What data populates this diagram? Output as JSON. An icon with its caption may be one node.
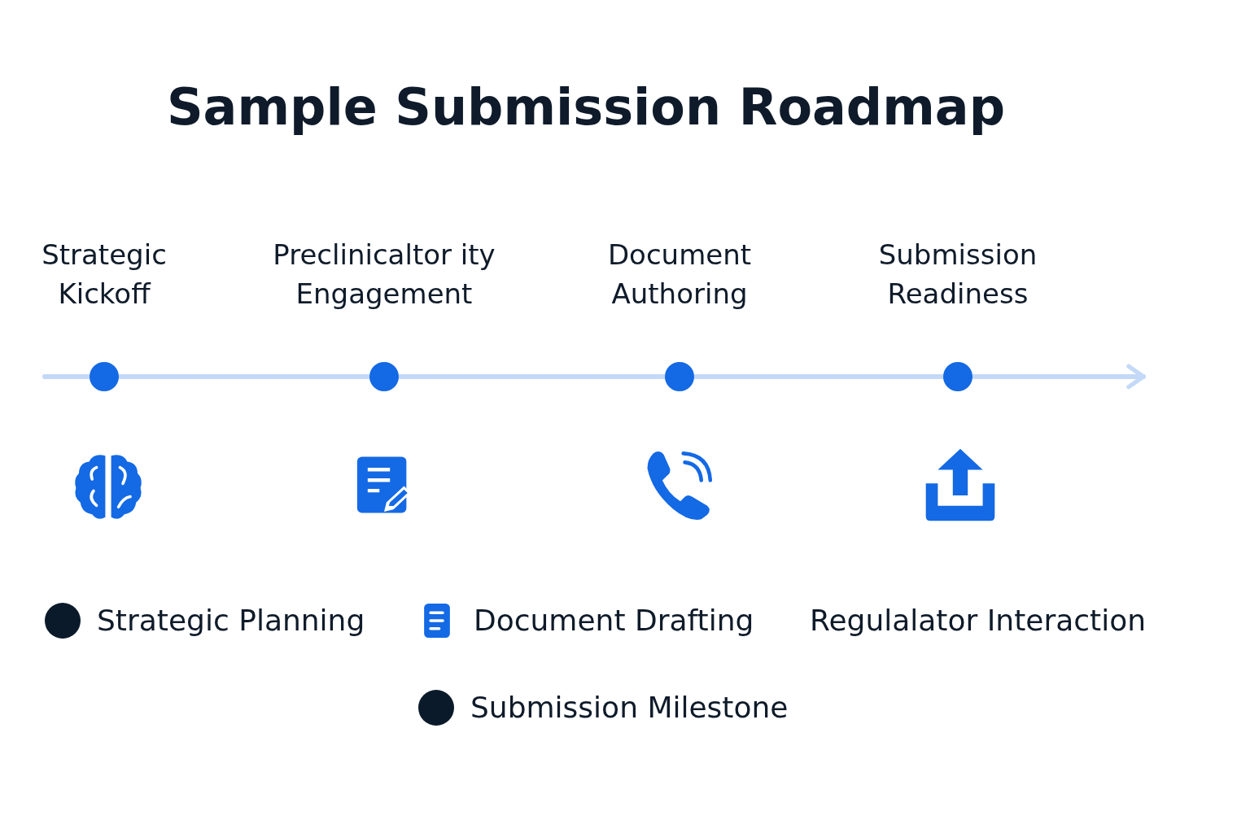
{
  "diagram": {
    "title": "Sample Submission Roadmap",
    "nodes": [
      {
        "text": [
          "Strategic Kickoff"
        ]
      },
      {
        "text": [
          "Preclinicaltor ity Engagement"
        ]
      },
      {
        "text": [
          "Document Authoring"
        ]
      },
      {
        "text": [
          "Submission Readiness"
        ]
      }
    ],
    "edges": [
      {
        "from": null,
        "to": 0,
        "arrow": "none"
      },
      {
        "from": 0,
        "to": 1,
        "arrow": "none"
      },
      {
        "from": 1,
        "to": 2,
        "arrow": "none"
      },
      {
        "from": 2,
        "to": 3,
        "arrow": "none"
      },
      {
        "from": 3,
        "to": null,
        "arrow": "to"
      }
    ],
    "legend": [
      {
        "text": "Strategic Planning",
        "color": "#0b1a2a"
      },
      {
        "text": "Document Drafting"
      },
      {
        "text": "Regulalator Interaction"
      },
      {
        "text": "Submission Milestone",
        "color": "#0b1a2a"
      }
    ]
  }
}
